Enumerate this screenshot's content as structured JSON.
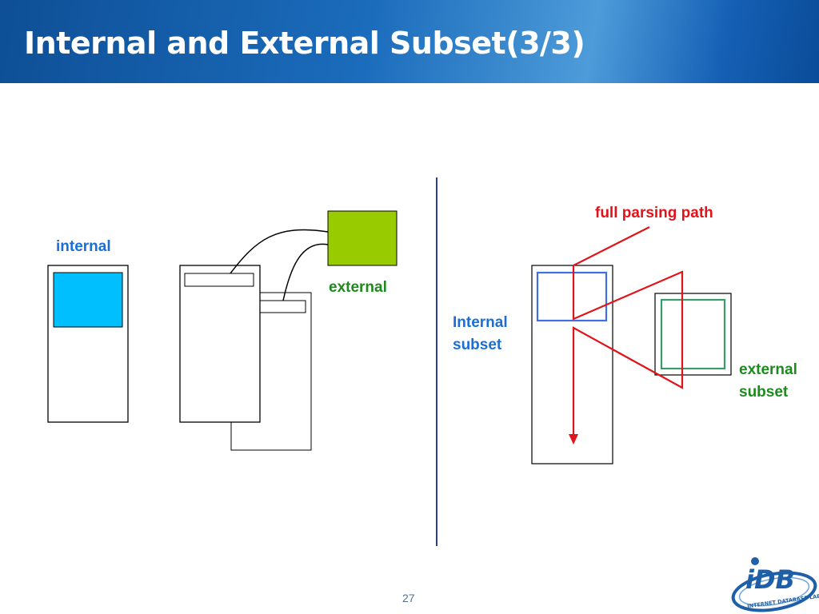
{
  "slide": {
    "title": "Internal and External Subset(3/3)",
    "page_number": "27"
  },
  "left_diagram": {
    "internal_label": "internal",
    "external_label": "external",
    "colors": {
      "internal_fill": "#00bfff",
      "external_fill": "#99cc00"
    }
  },
  "right_diagram": {
    "path_label": "full parsing path",
    "internal_subset_line1": "Internal",
    "internal_subset_line2": "subset",
    "external_subset_line1": "external",
    "external_subset_line2": "subset",
    "colors": {
      "path": "#e0141b",
      "internal_box": "#3f6fe0",
      "external_box": "#3a9a6a"
    }
  },
  "colors": {
    "divider": "#2b3f8c"
  },
  "logo": {
    "text": "iDB",
    "ring_text": "INTERNET DATABASE LAB"
  }
}
